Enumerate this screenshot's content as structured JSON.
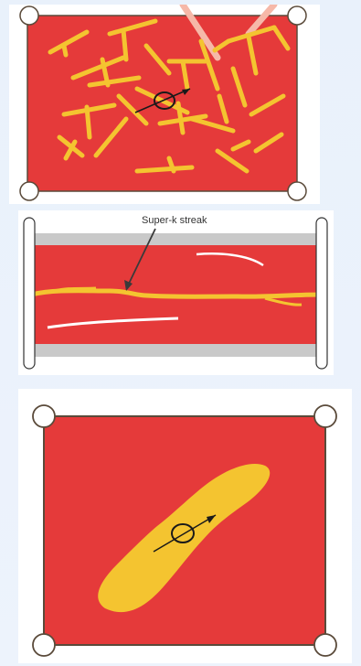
{
  "colors": {
    "rock_red": "#e53a3a",
    "fracture_yellow": "#f4c430",
    "streak_white": "#ffffff",
    "well_gray": "#b7b7b7",
    "outline_dark": "#5a4a3a",
    "arrow_dark": "#4b3b2a",
    "page_bg": "#eaf1fb"
  },
  "panels": [
    {
      "id": "fractured-reservoir",
      "symbol": "anisotropy-symbol"
    },
    {
      "id": "super-k-streak",
      "label": "Super-k streak"
    },
    {
      "id": "elongated-body",
      "symbol": "anisotropy-symbol"
    }
  ]
}
